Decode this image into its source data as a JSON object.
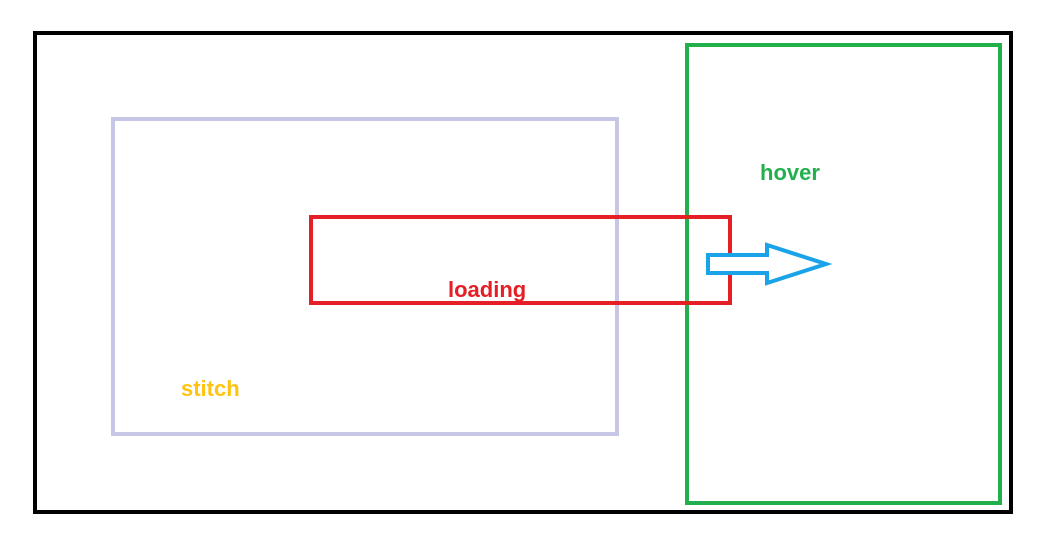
{
  "diagram": {
    "regions": [
      {
        "key": "stitch",
        "label": "stitch",
        "color": "#fec40f",
        "border_color": "#c8c6e6"
      },
      {
        "key": "loading",
        "label": "loading",
        "color": "#e41f26",
        "border_color": "#e41f26"
      },
      {
        "key": "hover",
        "label": "hover",
        "color": "#22b04d",
        "border_color": "#22b04d"
      }
    ],
    "outer_border_color": "#000000",
    "arrow": {
      "icon": "right-arrow-icon",
      "color": "#1aa3e8"
    }
  }
}
